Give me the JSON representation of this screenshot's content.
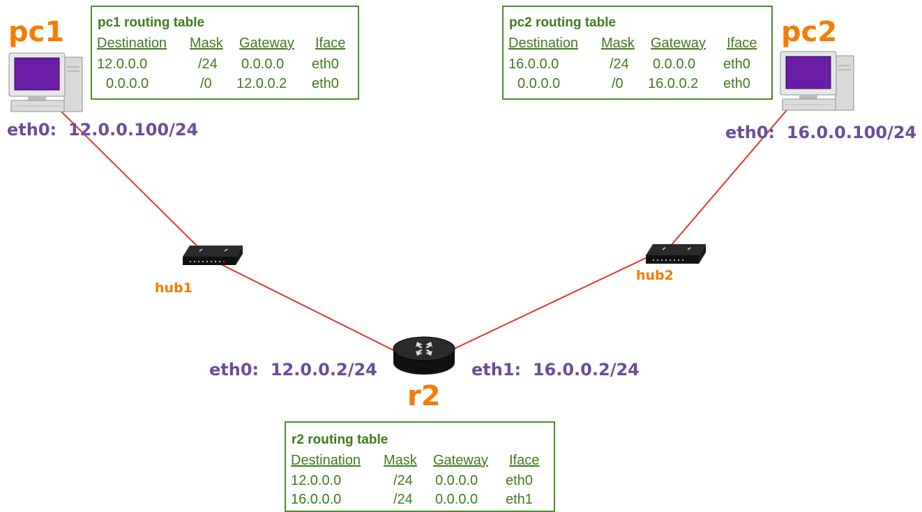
{
  "nodes": {
    "pc1": {
      "name": "pc1",
      "iface": "eth0:  12.0.0.100/24"
    },
    "pc2": {
      "name": "pc2",
      "iface": "eth0:  16.0.0.100/24"
    },
    "hub1": {
      "name": "hub1"
    },
    "hub2": {
      "name": "hub2"
    },
    "r2": {
      "name": "r2",
      "iface0": "eth0:  12.0.0.2/24",
      "iface1": "eth1:  16.0.0.2/24"
    }
  },
  "tables": {
    "pc1": {
      "title": "pc1 routing table",
      "headers": [
        "Destination",
        "Mask",
        "Gateway",
        "Iface"
      ],
      "rows": [
        [
          "12.0.0.0",
          "/24",
          "0.0.0.0",
          "eth0"
        ],
        [
          "0.0.0.0",
          "/0",
          "12.0.0.2",
          "eth0"
        ]
      ]
    },
    "pc2": {
      "title": "pc2 routing table",
      "headers": [
        "Destination",
        "Mask",
        "Gateway",
        "Iface"
      ],
      "rows": [
        [
          "16.0.0.0",
          "/24",
          "0.0.0.0",
          "eth0"
        ],
        [
          "0.0.0.0",
          "/0",
          "16.0.0.2",
          "eth0"
        ]
      ]
    },
    "r2": {
      "title": "r2 routing table",
      "headers": [
        "Destination",
        "Mask",
        "Gateway",
        "Iface"
      ],
      "rows": [
        [
          "12.0.0.0",
          "/24",
          "0.0.0.0",
          "eth0"
        ],
        [
          "16.0.0.0",
          "/24",
          "0.0.0.0",
          "eth1"
        ]
      ]
    }
  },
  "links": [
    {
      "from": "pc1",
      "to": "hub1"
    },
    {
      "from": "hub1",
      "to": "r2"
    },
    {
      "from": "r2",
      "to": "hub2"
    },
    {
      "from": "hub2",
      "to": "pc2"
    }
  ],
  "colors": {
    "link": "#e8312a",
    "node_name": "#f57c00",
    "iface": "#6a4c9c",
    "table": "#3f7a1e",
    "table_border": "#4a8a2e"
  },
  "icons": {
    "pc": "desktop-computer-icon",
    "hub": "network-hub-icon",
    "router": "router-icon"
  }
}
